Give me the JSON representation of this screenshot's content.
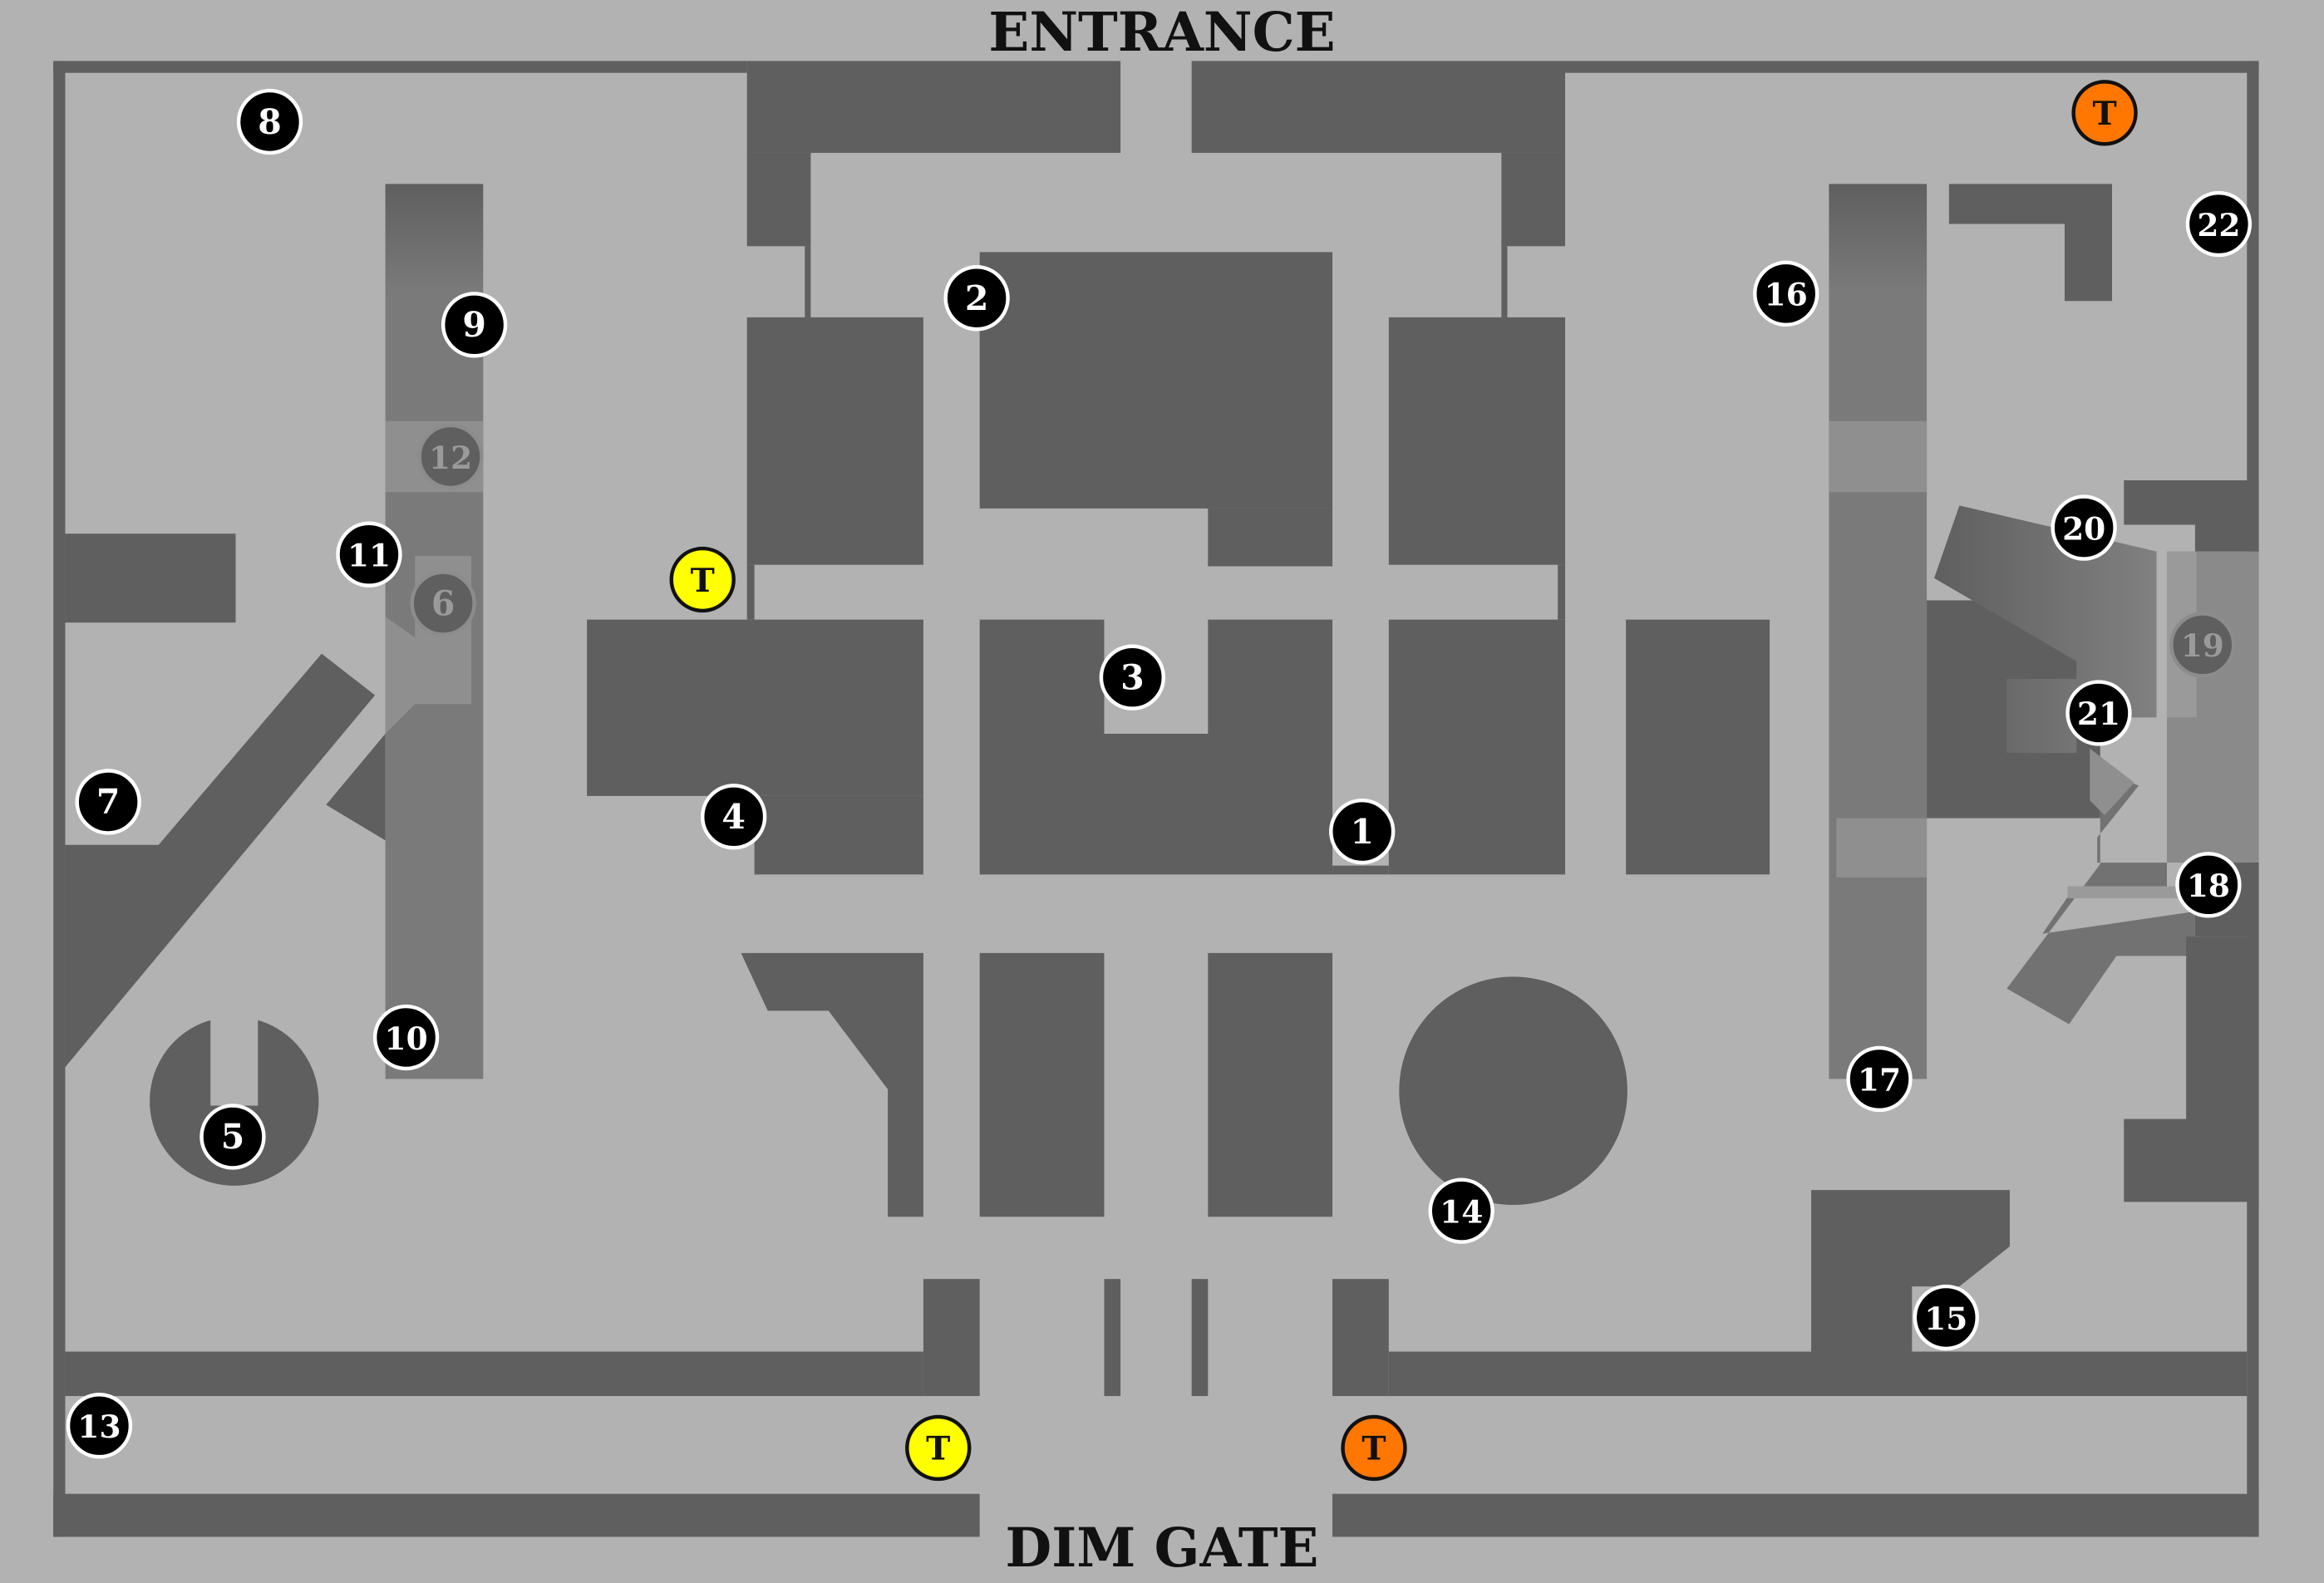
{
  "title_top": "ENTRANCE",
  "title_bottom": "DIM GATE",
  "colors": {
    "background": "#b2b2b2",
    "wall": "#5f5f5f",
    "wall_light": "#7a7a7a",
    "marker_fill": "#000000",
    "marker_ring": "#ffffff",
    "marker_dim_fill": "#5f5f5f",
    "marker_dim_text": "#9a9a9a",
    "trap_yellow": "#ffff00",
    "trap_orange": "#ff7700"
  },
  "markers": [
    {
      "label": "1",
      "dim": false
    },
    {
      "label": "2",
      "dim": false
    },
    {
      "label": "3",
      "dim": false
    },
    {
      "label": "4",
      "dim": false
    },
    {
      "label": "5",
      "dim": false
    },
    {
      "label": "6",
      "dim": true
    },
    {
      "label": "7",
      "dim": false
    },
    {
      "label": "8",
      "dim": false
    },
    {
      "label": "9",
      "dim": false
    },
    {
      "label": "10",
      "dim": false
    },
    {
      "label": "11",
      "dim": false
    },
    {
      "label": "12",
      "dim": true
    },
    {
      "label": "13",
      "dim": false
    },
    {
      "label": "14",
      "dim": false
    },
    {
      "label": "15",
      "dim": false
    },
    {
      "label": "16",
      "dim": false
    },
    {
      "label": "17",
      "dim": false
    },
    {
      "label": "18",
      "dim": false
    },
    {
      "label": "19",
      "dim": true
    },
    {
      "label": "20",
      "dim": false
    },
    {
      "label": "21",
      "dim": false
    },
    {
      "label": "22",
      "dim": false
    }
  ],
  "traps": [
    {
      "label": "T",
      "color": "orange"
    },
    {
      "label": "T",
      "color": "yellow"
    },
    {
      "label": "T",
      "color": "yellow"
    },
    {
      "label": "T",
      "color": "orange"
    }
  ]
}
